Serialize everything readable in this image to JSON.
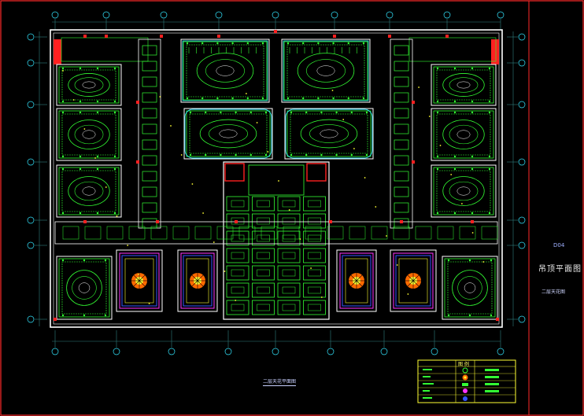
{
  "drawing": {
    "sheet_number": "D04",
    "sheet_title": "吊顶平面图",
    "sheet_subtitle": "二层天花图",
    "plan_caption": "二层天花平面图",
    "legend_title": "图 例"
  },
  "colors": {
    "background": "#000000",
    "border": "#ff3030",
    "walls": "#ffffff",
    "ceiling_lines": "#33ff33",
    "grid_axes": "#2f7f7f",
    "cyan_lines": "#33e6ff",
    "accent_red": "#ff2020",
    "accent_yellow": "#ffff33",
    "accent_magenta": "#ff33ff",
    "accent_blue": "#3355ff"
  },
  "icons": [
    "rosette-icon",
    "downlight-icon",
    "axis-bubble-icon"
  ]
}
